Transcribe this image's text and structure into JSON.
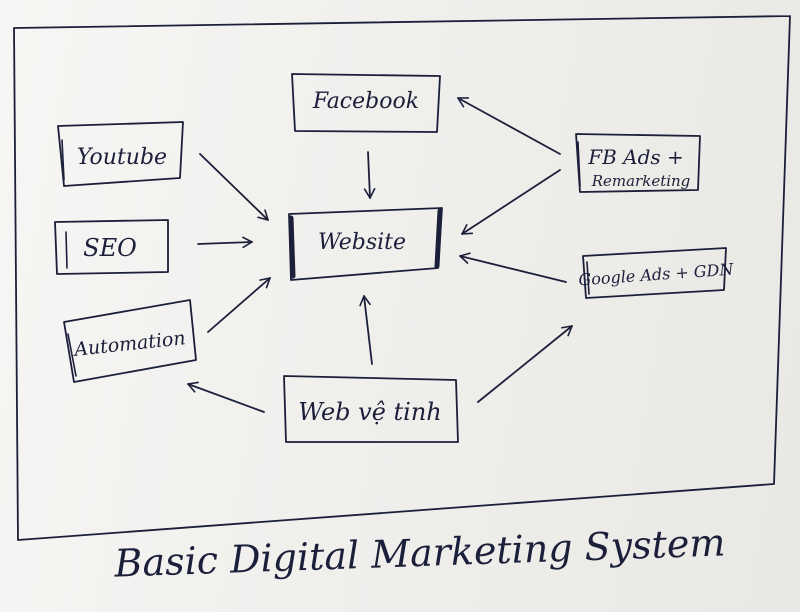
{
  "nodes": {
    "facebook": "Facebook",
    "youtube": "Youtube",
    "seo": "SEO",
    "automation": "Automation",
    "website": "Website",
    "fb_ads_line1": "FB Ads +",
    "fb_ads_line2": "Remarketing",
    "google_ads": "Google Ads + GDN",
    "web_ve_tinh": "Web vệ tinh"
  },
  "caption": "Basic Digital Marketing System"
}
